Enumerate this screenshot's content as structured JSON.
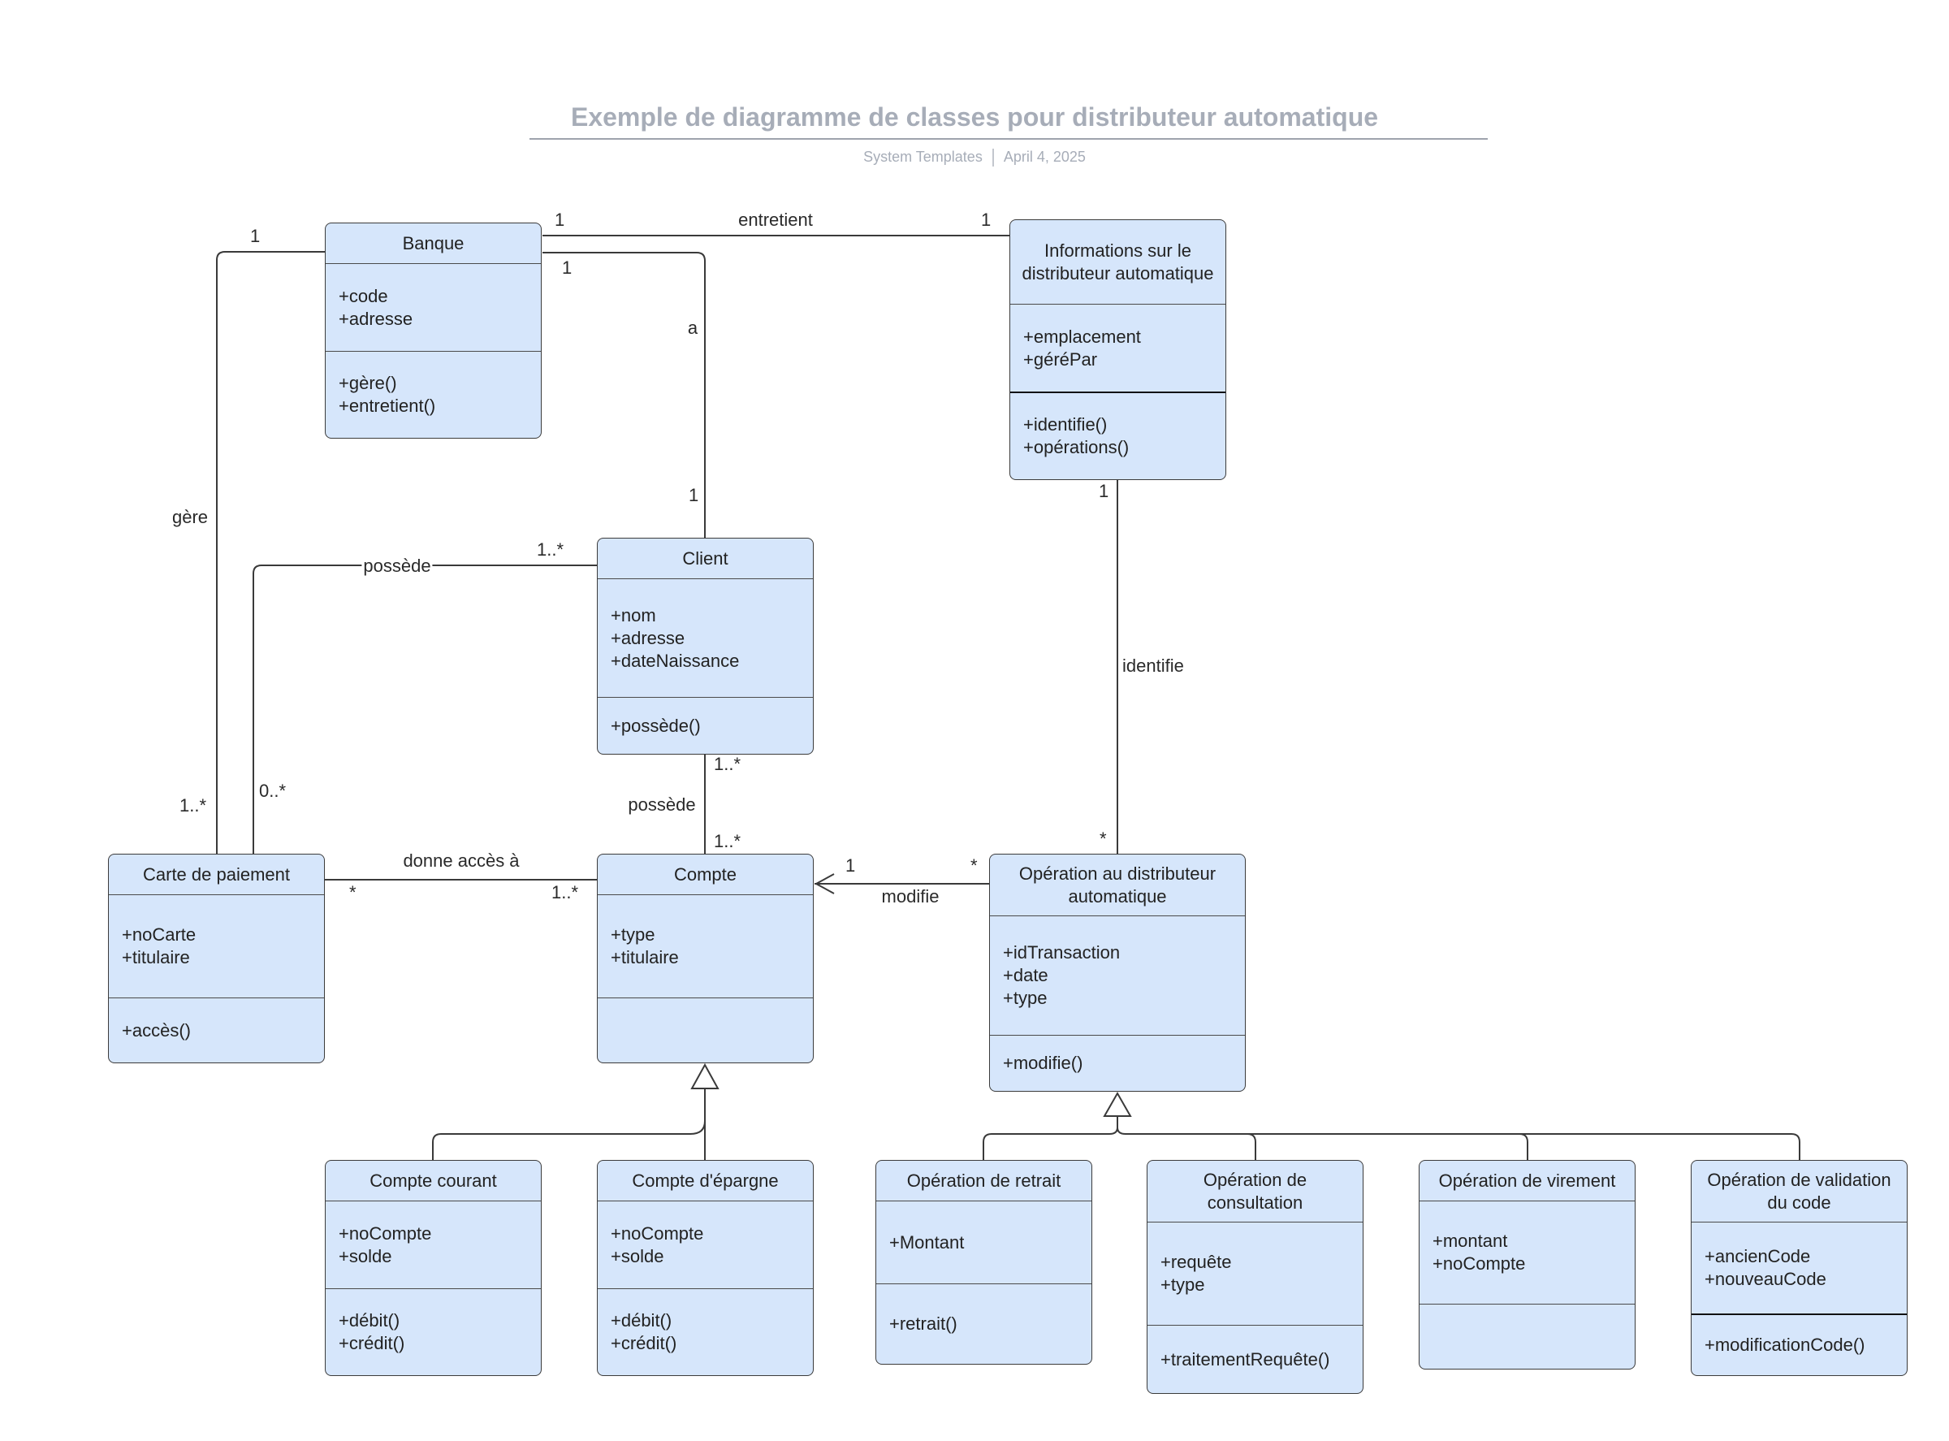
{
  "header": {
    "title": "Exemple de diagramme de classes pour distributeur automatique",
    "source": "System Templates",
    "date": "April 4, 2025"
  },
  "classes": {
    "banque": {
      "name": "Banque",
      "attributes": [
        "+code",
        "+adresse"
      ],
      "operations": [
        "+gère()",
        "+entretient()"
      ]
    },
    "infos": {
      "name": "Informations sur le distributeur automatique",
      "attributes": [
        "+emplacement",
        "+géréPar"
      ],
      "operations": [
        "+identifie()",
        "+opérations()"
      ]
    },
    "client": {
      "name": "Client",
      "attributes": [
        "+nom",
        "+adresse",
        "+dateNaissance"
      ],
      "operations": [
        "+possède()"
      ]
    },
    "carte": {
      "name": "Carte de paiement",
      "attributes": [
        "+noCarte",
        "+titulaire"
      ],
      "operations": [
        "+accès()"
      ]
    },
    "compte": {
      "name": "Compte",
      "attributes": [
        "+type",
        "+titulaire"
      ],
      "operations": []
    },
    "operation": {
      "name": "Opération au distributeur automatique",
      "attributes": [
        "+idTransaction",
        "+date",
        "+type"
      ],
      "operations": [
        "+modifie()"
      ]
    },
    "courant": {
      "name": "Compte courant",
      "attributes": [
        "+noCompte",
        "+solde"
      ],
      "operations": [
        "+débit()",
        "+crédit()"
      ]
    },
    "epargne": {
      "name": "Compte d'épargne",
      "attributes": [
        "+noCompte",
        "+solde"
      ],
      "operations": [
        "+débit()",
        "+crédit()"
      ]
    },
    "retrait": {
      "name": "Opération de retrait",
      "attributes": [
        "+Montant"
      ],
      "operations": [
        "+retrait()"
      ]
    },
    "consultation": {
      "name": "Opération de consultation",
      "attributes": [
        "+requête",
        "+type"
      ],
      "operations": [
        "+traitementRequête()"
      ]
    },
    "virement": {
      "name": "Opération de virement",
      "attributes": [
        "+montant",
        "+noCompte"
      ],
      "operations": []
    },
    "validation": {
      "name": "Opération de validation du code",
      "attributes": [
        "+ancienCode",
        "+nouveauCode"
      ],
      "operations": [
        "+modificationCode()"
      ]
    }
  },
  "associations": {
    "entretient": {
      "label": "entretient",
      "m1": "1",
      "m2": "1"
    },
    "a": {
      "label": "a",
      "m1": "1",
      "m2": "1"
    },
    "gere": {
      "label": "gère",
      "m1": "1",
      "m2": "1..*"
    },
    "possede_carte": {
      "label": "possède",
      "m1": "1..*",
      "m2": "0..*"
    },
    "possede_compte": {
      "label": "possède",
      "m1": "1..*",
      "m2": "1..*"
    },
    "donne_acces": {
      "label": "donne accès à",
      "m1": "*",
      "m2": "1..*"
    },
    "identifie": {
      "label": "identifie",
      "m1": "1",
      "m2": "*"
    },
    "modifie": {
      "label": "modifie",
      "m1": "1",
      "m2": "*"
    }
  }
}
